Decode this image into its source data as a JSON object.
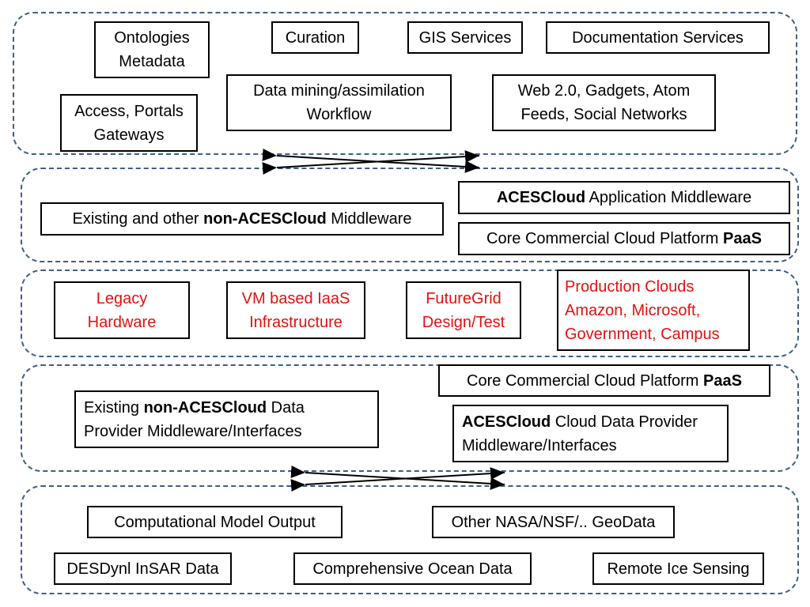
{
  "layers": {
    "top": {
      "ontologies": [
        "Ontologies",
        "Metadata"
      ],
      "curation": "Curation",
      "gis": "GIS Services",
      "documentation": "Documentation Services",
      "access": [
        "Access, Portals",
        "Gateways"
      ],
      "data_mining": [
        "Data mining/assimilation",
        "Workflow"
      ],
      "web20": [
        "Web 2.0, Gadgets, Atom",
        "Feeds, Social Networks"
      ]
    },
    "middleware": {
      "existing_pre": "Existing and other ",
      "existing_bold": "non-ACESCloud",
      "existing_post": " Middleware",
      "aces_bold": "ACESCloud",
      "aces_post": " Application Middleware",
      "core_pre": "Core Commercial Cloud Platform ",
      "core_bold": "PaaS"
    },
    "infrastructure": {
      "legacy": [
        "Legacy",
        "Hardware"
      ],
      "vm": [
        "VM based IaaS",
        "Infrastructure"
      ],
      "futuregrid": [
        "FutureGrid",
        "Design/Test"
      ],
      "production": [
        "Production Clouds",
        "Amazon, Microsoft,",
        "Government, Campus"
      ]
    },
    "data_provider": {
      "core_pre": "Core Commercial Cloud Platform ",
      "core_bold": "PaaS",
      "existing_pre": "Existing ",
      "existing_bold": "non-ACESCloud",
      "existing_post": " Data",
      "existing_line2": "Provider Middleware/Interfaces",
      "aces_bold": "ACESCloud",
      "aces_post": " Cloud Data Provider",
      "aces_line2": "Middleware/Interfaces"
    },
    "data": {
      "model_output": "Computational Model Output",
      "nasa": "Other NASA/NSF/.. GeoData",
      "desdynl": "DESDynl InSAR Data",
      "ocean": "Comprehensive Ocean Data",
      "ice": "Remote Ice Sensing"
    }
  },
  "colors": {
    "dash_border": "#3d5f8a",
    "red_text": "#e3100f"
  }
}
